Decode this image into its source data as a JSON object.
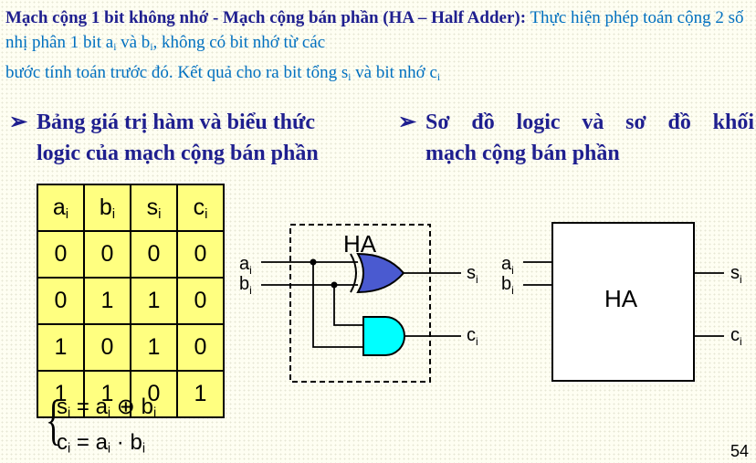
{
  "header": {
    "title_bold": "Mạch cộng 1 bit không nhớ - Mạch cộng bán phần (HA – Half Adder):",
    "desc_part1": " Thực hiện phép toán cộng 2 số nhị phân 1 bit a",
    "desc_sub_i1": "i",
    "desc_part2": " và b",
    "desc_sub_i2": "i",
    "desc_part3": ", không có bit nhớ từ các",
    "desc_line2_part1": "bước tính toán trước đó. Kết quả cho ra bit tổng s",
    "desc_sub_i3": "i",
    "desc_line2_part2": " và bit nhớ c",
    "desc_sub_i4": "i"
  },
  "bullets": {
    "arrow": "➢",
    "left_line1": "Bảng giá trị hàm và biểu thức",
    "left_line2": "logic của mạch cộng bán phần",
    "right_line1": "Sơ đồ logic và sơ đồ khối",
    "right_line2": "mạch cộng bán phần"
  },
  "truth_table": {
    "headers": [
      {
        "base": "a",
        "sub": "i"
      },
      {
        "base": "b",
        "sub": "i"
      },
      {
        "base": "s",
        "sub": "i"
      },
      {
        "base": "c",
        "sub": "i"
      }
    ],
    "rows": [
      [
        "0",
        "0",
        "0",
        "0"
      ],
      [
        "0",
        "1",
        "1",
        "0"
      ],
      [
        "1",
        "0",
        "1",
        "0"
      ],
      [
        "1",
        "1",
        "0",
        "1"
      ]
    ],
    "cell_color": "#ffff80"
  },
  "logic_diagram": {
    "label": "HA",
    "input_a": "a",
    "input_b": "b",
    "output_s": "s",
    "output_c": "c",
    "sub": "i",
    "xor_color": "#4a5ad0",
    "and_color": "#00ffff"
  },
  "block_diagram": {
    "label": "HA",
    "input_a": "a",
    "input_b": "b",
    "output_s": "s",
    "output_c": "c",
    "sub": "i"
  },
  "formulas": {
    "s_lhs": "s",
    "s_rhs1": "a",
    "s_op": "⊕",
    "s_rhs2": "b",
    "c_lhs": "c",
    "c_rhs1": "a",
    "c_op": "·",
    "c_rhs2": "b",
    "eq": "=",
    "sub": "i"
  },
  "page_number": "54"
}
